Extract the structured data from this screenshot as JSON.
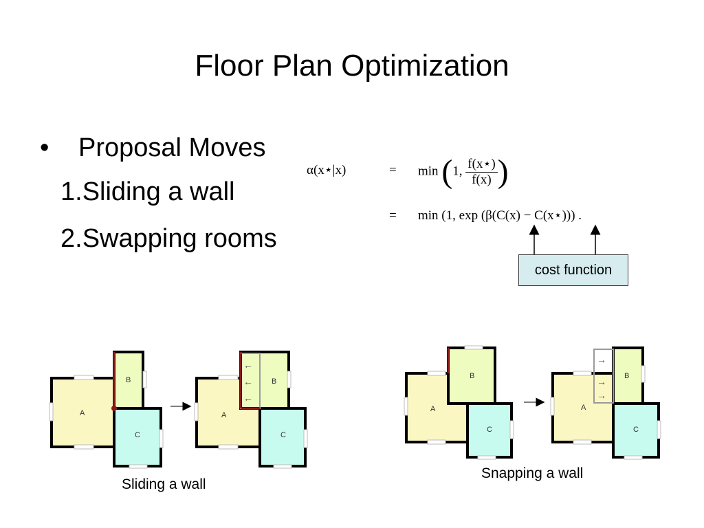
{
  "slide": {
    "title": "Floor Plan Optimization",
    "bullet": "Proposal Moves",
    "items": [
      "1.Sliding a wall",
      "2.Swapping rooms"
    ]
  },
  "formula": {
    "line1_lhs": "α(x⋆|x)",
    "line1_eq": "=",
    "line1_min": "min",
    "line1_one": "1,",
    "line1_num": "f(x⋆)",
    "line1_den": "f(x)",
    "line2_eq": "=",
    "line2_rhs": "min (1, exp (β(C(x) − C(x⋆))) ."
  },
  "annotation": {
    "cost_label": "cost function"
  },
  "figures": {
    "left_caption": "Sliding a wall",
    "right_caption": "Snapping a wall",
    "room_labels": [
      "A",
      "B",
      "C"
    ],
    "colors": {
      "room_a": "#fbf7c3",
      "room_b": "#eefcc0",
      "room_c": "#c8fbef",
      "moved_wall": "#8a1a1a"
    }
  }
}
